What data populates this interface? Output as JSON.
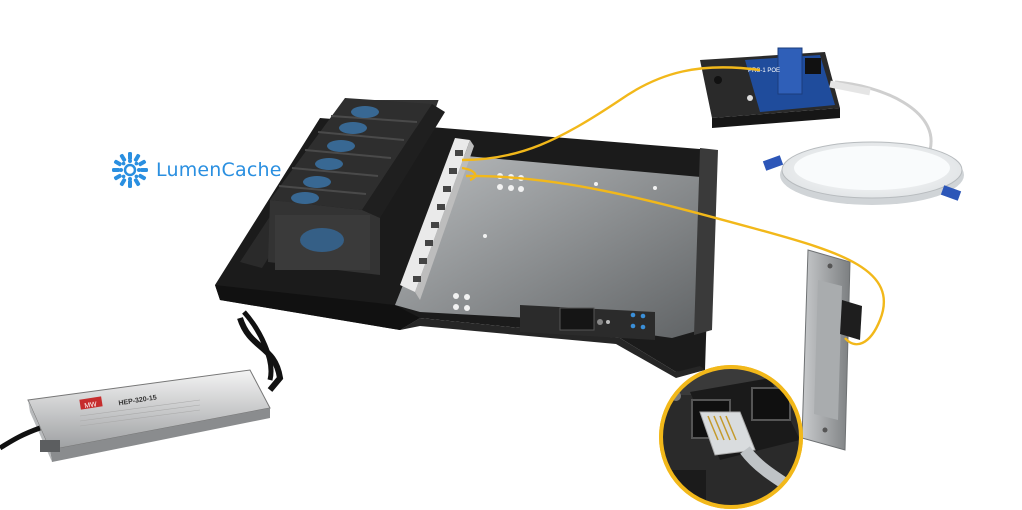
{
  "brand": {
    "name": "LumenCache",
    "color": "#2a8fe0",
    "icon": "lumencache-logo-icon"
  },
  "power_supply": {
    "model_label": "HEP-320-15",
    "brand_label": "MW"
  },
  "relay_board": {
    "label": "PRS-1 POE"
  },
  "colors": {
    "cable_yellow": "#f2b81a",
    "chassis_dark": "#1e1e1e",
    "tray_grey": "#8e9193",
    "module_dark": "#2c2c2c",
    "accent_blue": "#3a8fd8",
    "callout_ring": "#f2b81a"
  }
}
